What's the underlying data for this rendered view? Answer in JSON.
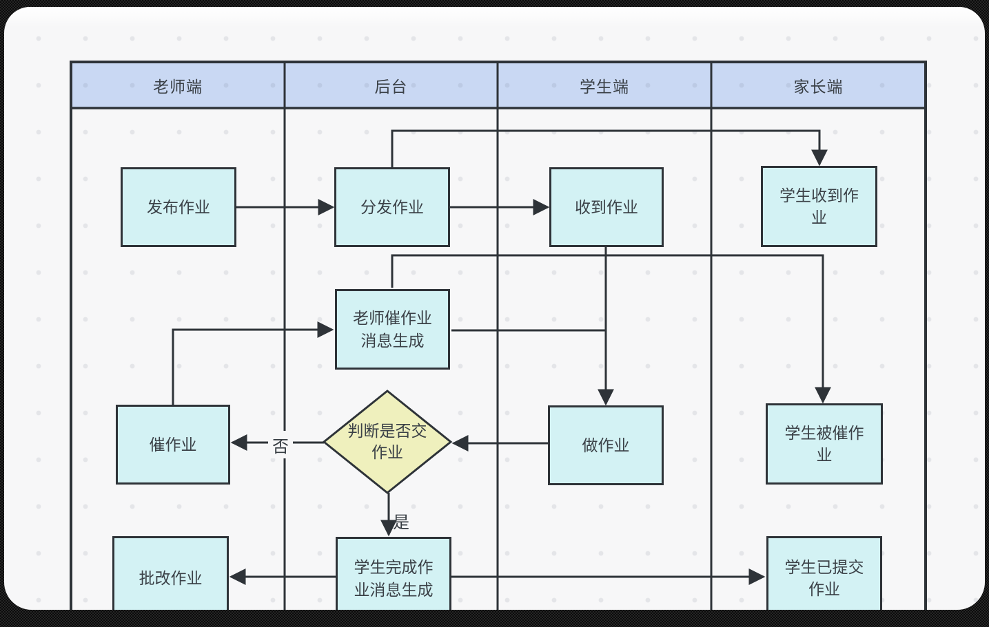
{
  "diagram": {
    "type": "swimlane-flowchart",
    "lanes": [
      {
        "label": "老师端"
      },
      {
        "label": "后台"
      },
      {
        "label": "学生端"
      },
      {
        "label": "家长端"
      }
    ],
    "nodes": [
      {
        "id": 0,
        "lane": "老师端",
        "shape": "rect",
        "label": "发布作业"
      },
      {
        "id": 1,
        "lane": "后台",
        "shape": "rect",
        "label": "分发作业"
      },
      {
        "id": 2,
        "lane": "学生端",
        "shape": "rect",
        "label": "收到作业"
      },
      {
        "id": 3,
        "lane": "家长端",
        "shape": "rect",
        "label": "学生收到作业"
      },
      {
        "id": 4,
        "lane": "后台",
        "shape": "rect",
        "label": "老师催作业消息生成"
      },
      {
        "id": 5,
        "lane": "老师端",
        "shape": "rect",
        "label": "催作业"
      },
      {
        "id": 6,
        "lane": "后台",
        "shape": "diamond",
        "label": "判断是否交作业"
      },
      {
        "id": 7,
        "lane": "学生端",
        "shape": "rect",
        "label": "做作业"
      },
      {
        "id": 8,
        "lane": "家长端",
        "shape": "rect",
        "label": "学生被催作业"
      },
      {
        "id": 9,
        "lane": "老师端",
        "shape": "rect",
        "label": "批改作业"
      },
      {
        "id": 10,
        "lane": "后台",
        "shape": "rect",
        "label": "学生完成作业消息生成"
      },
      {
        "id": 11,
        "lane": "家长端",
        "shape": "rect",
        "label": "学生已提交作业"
      }
    ],
    "edges": [
      {
        "from": "发布作业",
        "to": "分发作业"
      },
      {
        "from": "分发作业",
        "to": "收到作业"
      },
      {
        "from": "分发作业",
        "to": "学生收到作业"
      },
      {
        "from": "收到作业",
        "to": "做作业"
      },
      {
        "from": "收到作业",
        "to": "老师催作业消息生成"
      },
      {
        "from": "收到作业",
        "to": "学生被催作业"
      },
      {
        "from": "催作业",
        "to": "老师催作业消息生成"
      },
      {
        "from": "老师催作业消息生成",
        "to": "做作业"
      },
      {
        "from": "做作业",
        "to": "判断是否交作业"
      },
      {
        "from": "判断是否交作业",
        "to": "催作业",
        "label": "否"
      },
      {
        "from": "判断是否交作业",
        "to": "学生完成作业消息生成",
        "label": "是"
      },
      {
        "from": "学生完成作业消息生成",
        "to": "批改作业"
      },
      {
        "from": "学生完成作业消息生成",
        "to": "学生已提交作业"
      }
    ],
    "colors": {
      "node_fill": "#d3f2f4",
      "header_fill": "#c9d8f3",
      "decision_fill": "#eff0bd",
      "line": "#2e3338",
      "canvas": "#f7f7f8",
      "frame": "#161616"
    }
  }
}
